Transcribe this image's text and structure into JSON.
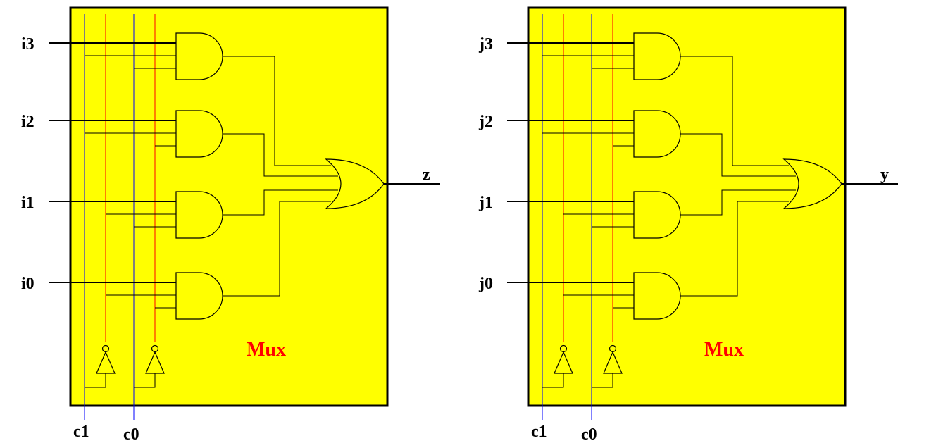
{
  "colors": {
    "box_fill": "#ffff00",
    "box_stroke": "#000000",
    "select_line": "#0000ff",
    "inverted_line": "#ff0000",
    "wire": "#000000",
    "mux_label": "#ff0000"
  },
  "muxes": [
    {
      "title": "Mux",
      "inputs": [
        "i3",
        "i2",
        "i1",
        "i0"
      ],
      "output": "z",
      "select": [
        "c1",
        "c0"
      ]
    },
    {
      "title": "Mux",
      "inputs": [
        "j3",
        "j2",
        "j1",
        "j0"
      ],
      "output": "y",
      "select": [
        "c1",
        "c0"
      ]
    }
  ]
}
